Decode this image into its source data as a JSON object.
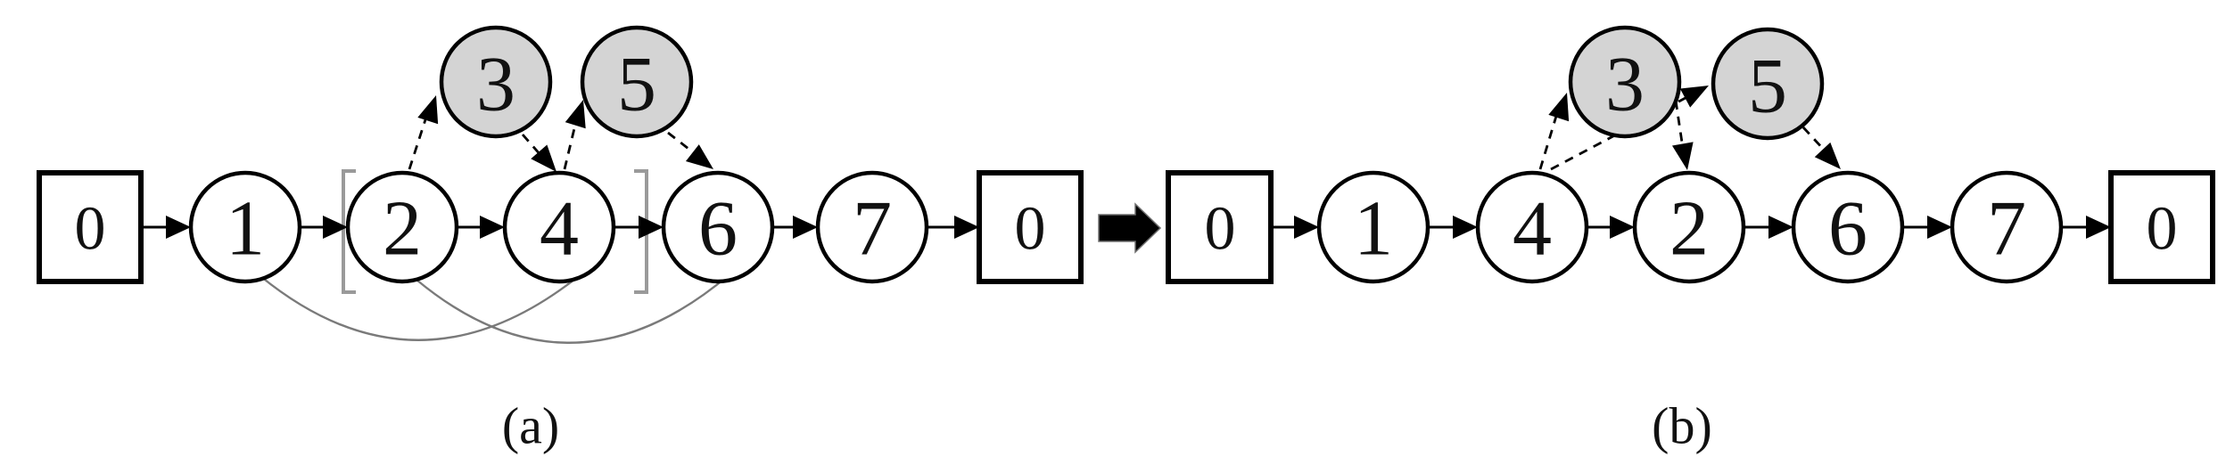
{
  "figure": {
    "description": "Linked-list reordering diagram: panel (a) list 0->1->[2->4]->6->7->0 with pending shaded nodes 3 and 5 and swap arcs; panel (b) result list 0->1->4->2->6->7->0 with pending shaded nodes 3 and 5",
    "colors": {
      "node_fill": "#ffffff",
      "pending_fill": "#d4d4d4",
      "stroke": "#000000",
      "arc_color": "#7a7a7a",
      "bracket_color": "#9a9a9a"
    },
    "a": {
      "caption": "(a)",
      "head": "0",
      "tail": "0",
      "nodes": [
        "1",
        "2",
        "4",
        "6",
        "7"
      ],
      "pending": [
        "3",
        "5"
      ],
      "insert_links": [
        "2-to-3",
        "3-to-4",
        "4-to-5",
        "5-to-6"
      ],
      "swap_arcs": [
        "1-to-4",
        "2-to-6"
      ],
      "bracket_span": [
        "2",
        "4"
      ]
    },
    "b": {
      "caption": "(b)",
      "head": "0",
      "tail": "0",
      "nodes": [
        "1",
        "4",
        "2",
        "6",
        "7"
      ],
      "pending": [
        "3",
        "5"
      ],
      "insert_links": [
        "4-to-3",
        "4-to-5",
        "3-to-2",
        "5-to-6"
      ]
    }
  }
}
